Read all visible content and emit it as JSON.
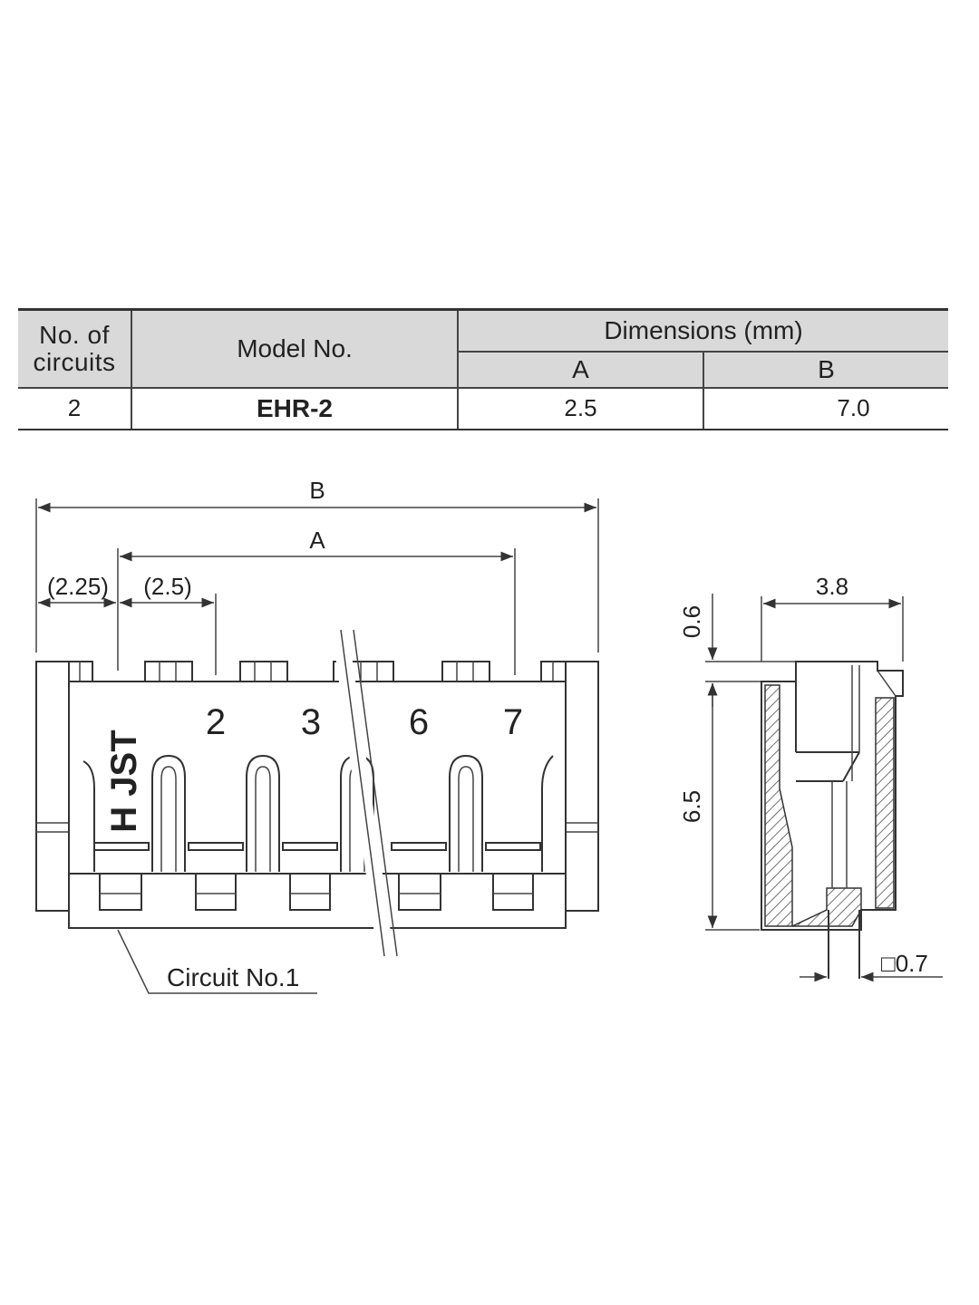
{
  "table": {
    "headers": {
      "circuits_line1": "No. of",
      "circuits_line2": "circuits",
      "model": "Model No.",
      "dimensions": "Dimensions (mm)",
      "col_a": "A",
      "col_b": "B"
    },
    "rows": [
      {
        "circuits": "2",
        "model": "EHR-2",
        "a": "2.5",
        "b": "7.0"
      }
    ]
  },
  "front_view": {
    "dim_b": "B",
    "dim_a": "A",
    "dim_end_offset": "(2.25)",
    "dim_pitch": "(2.5)",
    "pin_numbers": [
      "2",
      "3",
      "6",
      "7"
    ],
    "brand_marking": "H JST",
    "callout": "Circuit No.1"
  },
  "side_view": {
    "dim_width": "3.8",
    "dim_top": "0.6",
    "dim_height": "6.5",
    "dim_pin": "□0.7"
  }
}
